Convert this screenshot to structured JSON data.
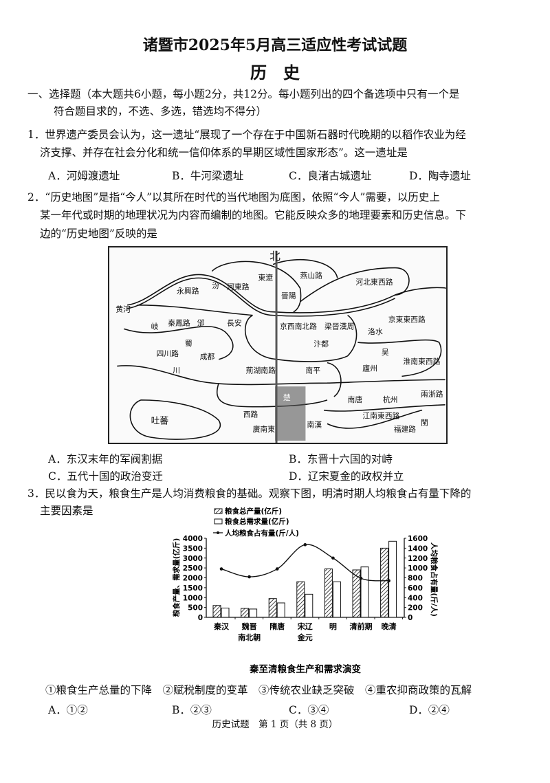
{
  "header": {
    "title": "诸暨市2025年5月高三适应性考试试题",
    "subject": "历　史"
  },
  "section": {
    "line1": "一、选择题（本大题共6小题，每小题2分，共12分。每小题列出的四个备选项中只有一个是",
    "line2": "符合题目求的，不选、多选，错选均不得分）"
  },
  "q1": {
    "lines": [
      "1．世界遗产委员会认为，这一遗址“展现了一个存在于中国新石器时代晚期的以稻作农业为经",
      "济支撑、并存在社会分化和统一信仰体系的早期区域性国家形态”。这一遗址是"
    ],
    "options": [
      "A．河姆渡遗址",
      "B．牛河梁遗址",
      "C．良渚古城遗址",
      "D．陶寺遗址"
    ]
  },
  "q2": {
    "lines": [
      "2．“历史地图”是指“今人”以其所在时代的当代地图为底图，依照“今人”需要，以历史上",
      "某一年代或时期的地理状况为内容而编制的地图。它能反映众多的地理要素和历史信息。下",
      "边的“历史地图”反映的是"
    ],
    "map_labels": [
      "北",
      "黄河",
      "永興路",
      "河東路",
      "東遼",
      "燕山路",
      "晉陽",
      "河北東西路",
      "秦鳳路",
      "岐",
      "邠",
      "長安",
      "汾",
      "四川路",
      "蜀",
      "成都",
      "川",
      "荊湖南路",
      "京西南北路",
      "汴都",
      "梁晉漢周",
      "洛水",
      "京東東西路",
      "吴",
      "淮南東西路",
      "廬州",
      "南平",
      "杭州",
      "兩浙路",
      "南唐",
      "江南東西路",
      "福建路",
      "閩",
      "楚",
      "吐蕃",
      "西路",
      "廣南東",
      "南漢"
    ],
    "options": [
      "A．东汉末年的军阀割据",
      "B．东晋十六国的对峙",
      "C．五代十国的政治变迁",
      "D．辽宋夏金的政权并立"
    ]
  },
  "q3": {
    "lines": [
      "3．民以食为天，粮食生产是人均消费粮食的基础。观察下图，明清时期人均粮食占有量下降的",
      "主要因素是"
    ],
    "items": "①粮食生产总量的下降　②赋税制度的变革　③传统农业缺乏突破　④重农抑商政策的瓦解",
    "options": [
      "A．①②",
      "B．②③",
      "C．③④",
      "D．②④"
    ]
  },
  "chart_data": {
    "type": "bar",
    "title": "秦至清粮食生产和需求演变",
    "categories": [
      [
        "秦汉"
      ],
      [
        "魏晋",
        "南北朝"
      ],
      [
        "隋唐"
      ],
      [
        "宋辽",
        "金元"
      ],
      [
        "明"
      ],
      [
        "清前期"
      ],
      [
        "晚清"
      ]
    ],
    "ylabel": "粮食产量、需求量(亿斤)",
    "y2label": "人均粮食占有量(斤/人)",
    "ylim": [
      0,
      4000
    ],
    "y2lim": [
      0,
      1600
    ],
    "yticks": [
      0,
      500,
      1000,
      1500,
      2000,
      2500,
      3000,
      3500,
      4000
    ],
    "y2ticks": [
      0,
      200,
      400,
      600,
      800,
      1000,
      1200,
      1400,
      1600
    ],
    "legend": [
      "粮食总产量(亿斤)",
      "粮食总需求量(亿斤)",
      "人均粮食占有量(斤/人)"
    ],
    "legend_position": "top",
    "series": [
      {
        "name": "粮食总产量(亿斤)",
        "kind": "bar-hatched",
        "axis": "left",
        "values": [
          600,
          450,
          950,
          1800,
          2450,
          2400,
          3500
        ]
      },
      {
        "name": "粮食总需求量(亿斤)",
        "kind": "bar-open",
        "axis": "left",
        "values": [
          470,
          420,
          730,
          1170,
          1800,
          2550,
          3850
        ]
      },
      {
        "name": "人均粮食占有量(斤/人)",
        "kind": "line",
        "axis": "right",
        "values": [
          980,
          820,
          980,
          1470,
          1200,
          790,
          740
        ]
      }
    ]
  },
  "footer": "历史试题　第 1 页（共 8 页）"
}
